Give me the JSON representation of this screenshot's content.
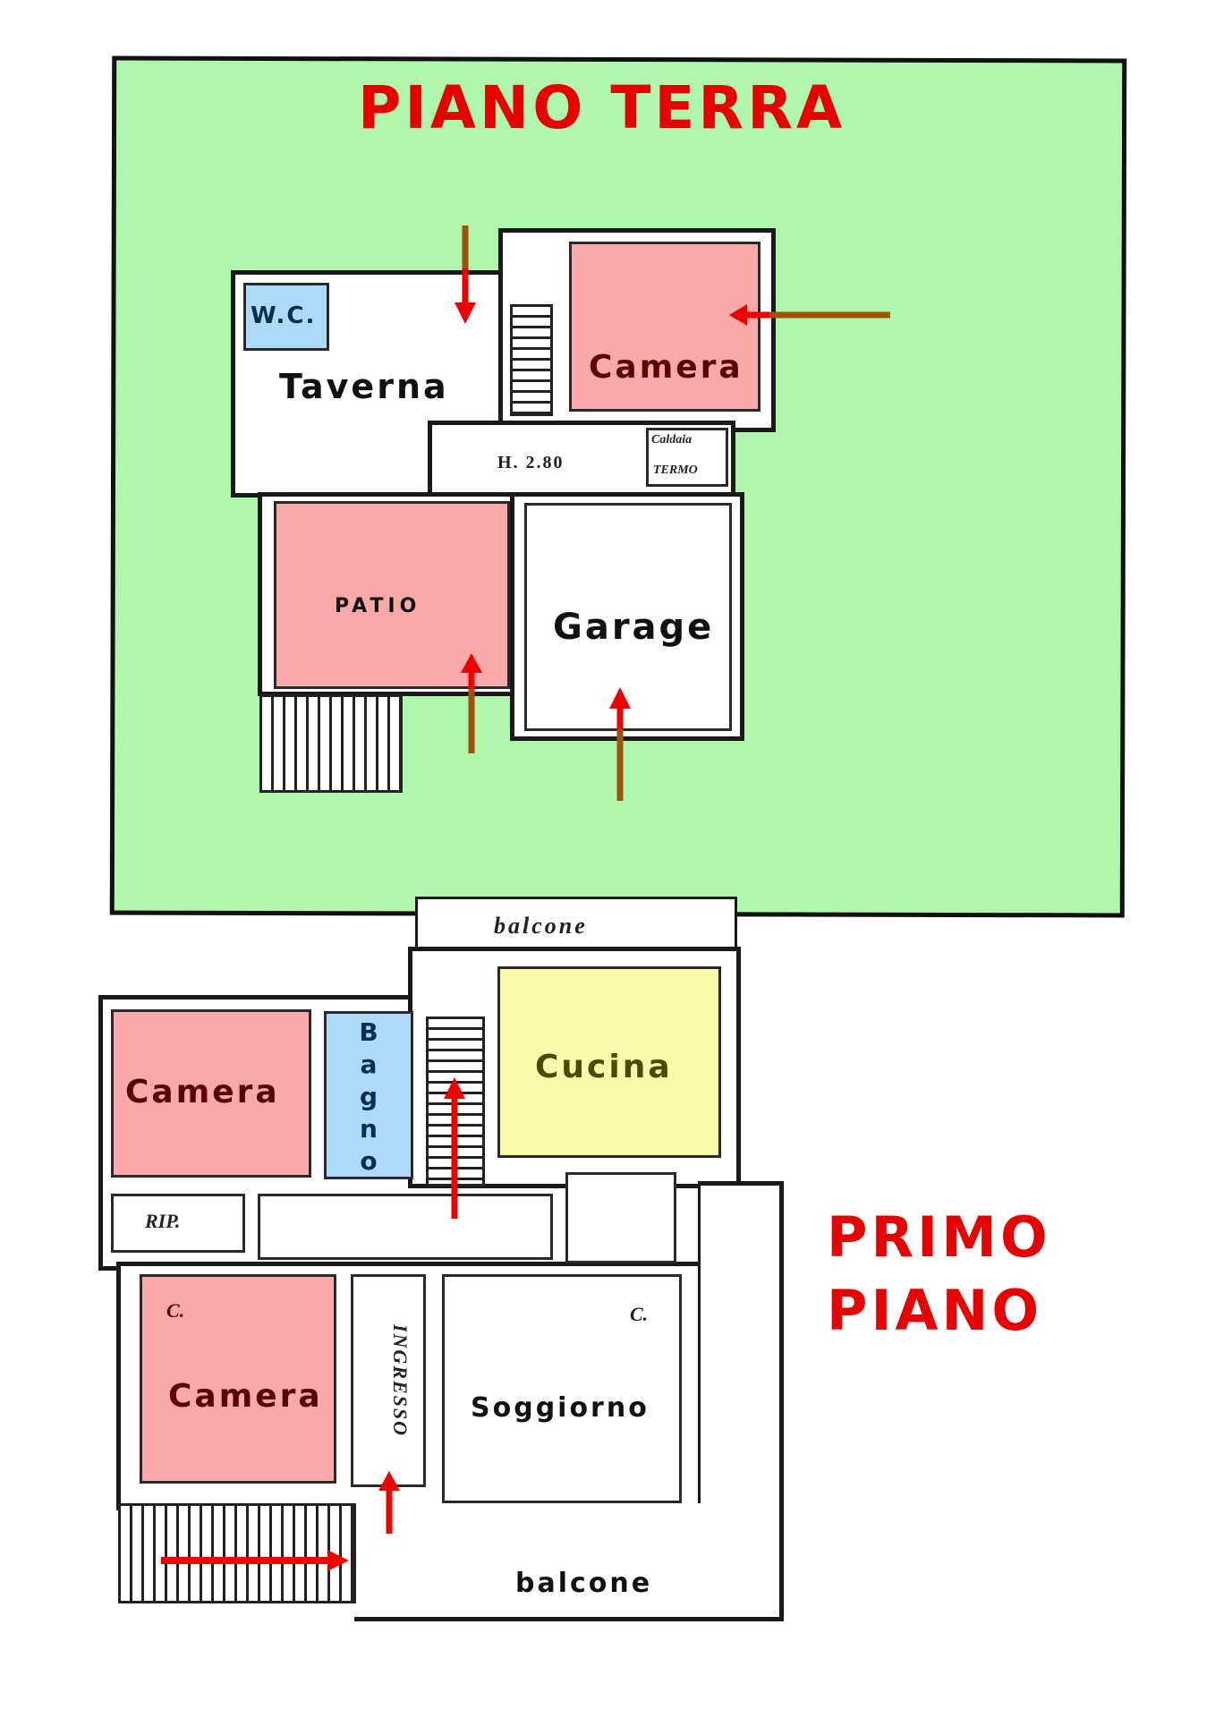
{
  "colors": {
    "garden": "#b0f7ae",
    "camera_fill": "#f9a9a8",
    "bath_fill": "#aedaf7",
    "kitchen_fill": "#fafaa8",
    "title_red": "#e60000",
    "arrow_red": "#ee0000",
    "arrow_brown": "#a0520d",
    "camera_text": "#5a0000",
    "bath_text": "#003050",
    "kitchen_text": "#4a4a00"
  },
  "ground_floor": {
    "title": "PIANO TERRA",
    "rooms": {
      "wc": "W.C.",
      "taverna": "Taverna",
      "camera": "Camera",
      "patio": "PATIO",
      "garage": "Garage",
      "hallway_height": "H. 2.80",
      "boiler_top": "Caldaia",
      "boiler_bottom": "TERMO"
    }
  },
  "first_floor": {
    "title_line1": "PRIMO",
    "title_line2": "PIANO",
    "rooms": {
      "balcone_top": "balcone",
      "camera_top": "Camera",
      "bagno": [
        "B",
        "a",
        "g",
        "n",
        "o"
      ],
      "cucina": "Cucina",
      "rip": "RIP.",
      "camera_bottom": "Camera",
      "camera_bottom_mark": "C.",
      "ingresso": "INGRESSO",
      "soggiorno": "Soggiorno",
      "soggiorno_mark": "C.",
      "balcone_bottom": "balcone"
    }
  }
}
